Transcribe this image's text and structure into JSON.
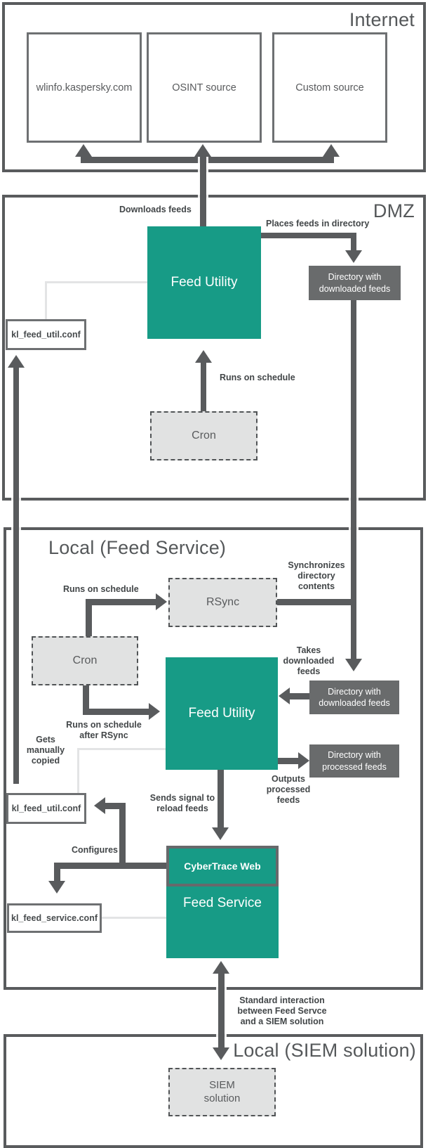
{
  "zones": {
    "internet": {
      "title": "Internet"
    },
    "dmz": {
      "title": "DMZ"
    },
    "local_feed_service": {
      "title": "Local (Feed Service)"
    },
    "local_siem": {
      "title": "Local (SIEM solution)"
    }
  },
  "nodes": {
    "wlinfo": "wlinfo.kaspersky.com",
    "osint": "OSINT source",
    "custom": "Custom source",
    "feed_utility_dmz": "Feed Utility",
    "dir_downloaded_dmz": "Directory with downloaded feeds",
    "conf_util_dmz": "kl_feed_util.conf",
    "cron_dmz": "Cron",
    "rsync": "RSync",
    "cron_local": "Cron",
    "feed_utility_local": "Feed Utility",
    "dir_downloaded_local": "Directory with downloaded feeds",
    "dir_processed_local": "Directory with processed feeds",
    "conf_util_local": "kl_feed_util.conf",
    "conf_service_local": "kl_feed_service.conf",
    "cybertrace_web": "CyberTrace Web",
    "feed_service": "Feed Service",
    "siem": "SIEM\nsolution"
  },
  "labels": {
    "downloads_feeds": "Downloads feeds",
    "places_feeds": "Places feeds in directory",
    "runs_on_schedule_dmz": "Runs on schedule",
    "runs_on_schedule_local": "Runs on schedule",
    "synchronizes": "Synchronizes\ndirectory\ncontents",
    "takes": "Takes\ndownloaded\nfeeds",
    "runs_after_rsync": "Runs on schedule\nafter RSync",
    "gets_copied": "Gets\nmanually\ncopied",
    "outputs": "Outputs\nprocessed\nfeeds",
    "sends_signal": "Sends signal to\nreload feeds",
    "configures": "Configures",
    "standard_interaction": "Standard interaction\nbetween Feed Servce\nand a SIEM solution"
  },
  "colors": {
    "teal": "#179b86",
    "line_gray": "#595b5d",
    "directory_gray": "#696b6c",
    "dashed_fill": "#e1e2e2",
    "light_connector": "#e3e4e5",
    "label_text": "#424648"
  }
}
